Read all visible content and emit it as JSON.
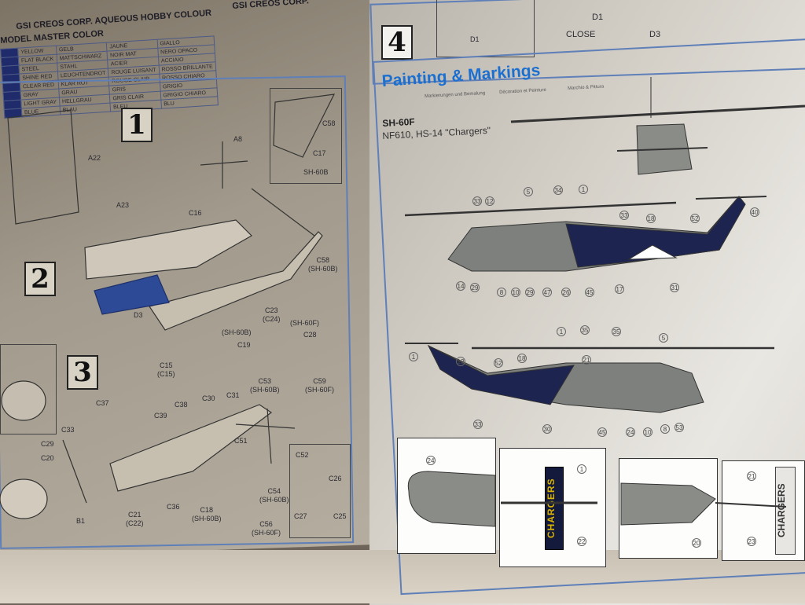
{
  "color_table": {
    "heading_aqueous": "GSI CREOS CORP. AQUEOUS HOBBY COLOUR",
    "heading_mr": "GSI CREOS CORP.",
    "heading_model_master": "MODEL MASTER COLOR",
    "rows": [
      [
        "YELLOW",
        "GELB",
        "JAUNE",
        "GIALLO"
      ],
      [
        "FLAT BLACK",
        "MATTSCHWARZ",
        "NOIR MAT",
        "NERO OPACO"
      ],
      [
        "STEEL",
        "STAHL",
        "ACIER",
        "ACCIAIO"
      ],
      [
        "SHINE RED",
        "LEUCHTENDROT",
        "ROUGE LUISANT",
        "ROSSO BRILLANTE"
      ],
      [
        "CLEAR RED",
        "KLAR ROT",
        "ROUGE CLAIR",
        "ROSSO CHIARO"
      ],
      [
        "GRAY",
        "GRAU",
        "GRIS",
        "GRIGIO"
      ],
      [
        "LIGHT GRAY",
        "HELLGRAU",
        "GRIS CLAIR",
        "GRIGIO CHIARO"
      ],
      [
        "BLUE",
        "BLAU",
        "BLEU",
        "BLU"
      ]
    ]
  },
  "steps": {
    "s1": "1",
    "s2": "2",
    "s3": "3",
    "s4": "4"
  },
  "parts": {
    "a8": "A8",
    "a22": "A22",
    "a23": "A23",
    "c16": "C16",
    "c17": "C17",
    "c58": "C58",
    "c58b": "C58\n(SH-60B)",
    "sh60b": "SH-60B",
    "c23": "C23\n(C24)",
    "c19": "C19",
    "c28": "C28",
    "sh60f": "(SH-60F)",
    "sh60b2": "(SH-60B)",
    "c15": "C15\n(C15)",
    "c53": "C53\n(SH-60B)",
    "c59": "C59\n(SH-60F)",
    "d3": "D3",
    "c30": "C30",
    "c31": "C31",
    "c38": "C38",
    "c39": "C39",
    "c37": "C37",
    "c51": "C51",
    "c52": "C52",
    "c26": "C26",
    "c27": "C27",
    "c25": "C25",
    "c54": "C54\n(SH-60B)",
    "c18": "C18\n(SH-60B)",
    "c56": "C56\n(SH-60F)",
    "c36": "C36",
    "c21": "C21\n(C22)",
    "b1": "B1",
    "c20": "C20",
    "c29": "C29",
    "c33": "C33",
    "d1": "D1",
    "d3b": "D3",
    "close": "CLOSE",
    "d1b": "D1"
  },
  "painting": {
    "title": "Painting & Markings",
    "subtitles": [
      "Markierungen und Bemalung",
      "Décoration et Peinture",
      "Marchio & Pittura"
    ],
    "model": "SH-60F",
    "unit": "NF610, HS-14 \"Chargers\"",
    "decal_text": "CHARGERS",
    "callouts": [
      "33",
      "12",
      "5",
      "34",
      "1",
      "33",
      "18",
      "52",
      "40",
      "14",
      "29",
      "8",
      "10",
      "29",
      "47",
      "26",
      "45",
      "17",
      "31",
      "35",
      "1",
      "35",
      "5",
      "12",
      "52",
      "18",
      "33",
      "30",
      "45",
      "24",
      "10",
      "8",
      "53",
      "24",
      "1",
      "22",
      "20",
      "21",
      "23",
      "1",
      "21"
    ]
  },
  "colors": {
    "accent": "#1b6fd0",
    "frame": "#5f7fb8",
    "navy": "#1d2450"
  }
}
